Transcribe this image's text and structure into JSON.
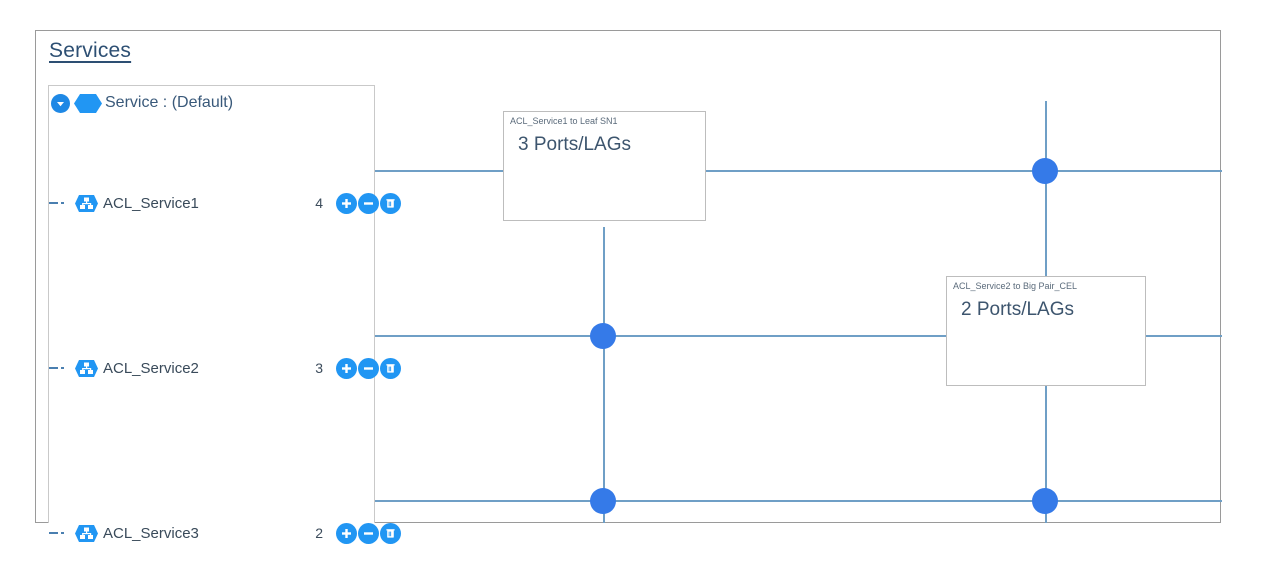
{
  "canvas": {
    "heading": "Services"
  },
  "tree": {
    "group": {
      "label": "Service : (Default)",
      "toggle_icon": "chevron-down-icon",
      "shape_icon": "hexagon-icon",
      "expanded": true
    },
    "action_icons": [
      "plus-icon",
      "minus-icon",
      "trash-icon"
    ],
    "services": [
      {
        "name": "ACL_Service1",
        "count": "4",
        "icon": "network-node-icon"
      },
      {
        "name": "ACL_Service2",
        "count": "3",
        "icon": "network-node-icon"
      },
      {
        "name": "ACL_Service3",
        "count": "2",
        "icon": "network-node-icon"
      }
    ]
  },
  "diagram": {
    "info_boxes": [
      {
        "title": "ACL_Service1 to Leaf SN1",
        "value": "3 Ports/LAGs"
      },
      {
        "title": "ACL_Service2 to Big Pair_CEL",
        "value": "2 Ports/LAGs"
      }
    ],
    "nodes": [
      {
        "name": "junction-service1-right"
      },
      {
        "name": "junction-service2-left"
      },
      {
        "name": "junction-service3-left"
      },
      {
        "name": "junction-service3-right"
      }
    ]
  },
  "colors": {
    "accent": "#2196f3",
    "node": "#357ae8",
    "link": "#6f9fc6",
    "heading": "#2d4f73",
    "text": "#394a5a"
  }
}
